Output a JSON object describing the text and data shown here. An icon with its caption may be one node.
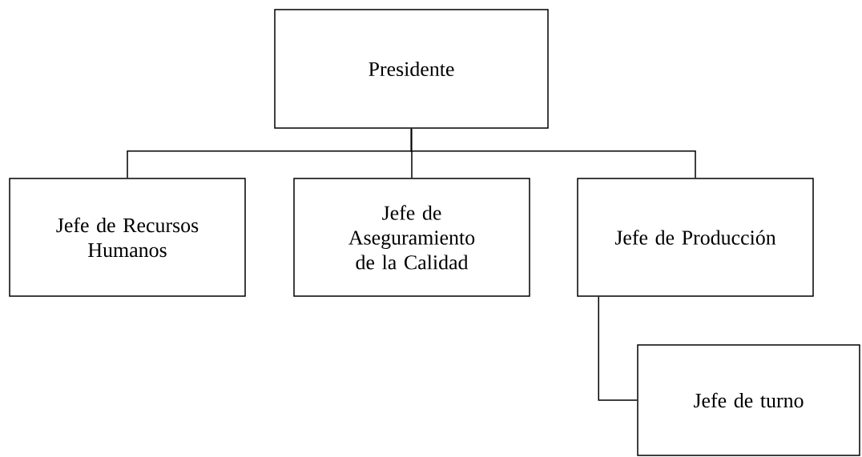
{
  "diagram": {
    "nodes": [
      {
        "text": [
          "Presidente"
        ]
      },
      {
        "text": [
          "Jefe de Recursos Humanos"
        ]
      },
      {
        "text": [
          "Jefe de Aseguramiento de la Calidad"
        ]
      },
      {
        "text": [
          "Jefe de Producción"
        ]
      },
      {
        "text": [
          "Jefe de turno"
        ]
      }
    ],
    "edges": [
      {
        "from": 0,
        "to": 1,
        "arrow": "none"
      },
      {
        "from": 0,
        "to": 2,
        "arrow": "none"
      },
      {
        "from": 0,
        "to": 3,
        "arrow": "none"
      },
      {
        "from": 3,
        "to": 4,
        "arrow": "none"
      }
    ]
  }
}
